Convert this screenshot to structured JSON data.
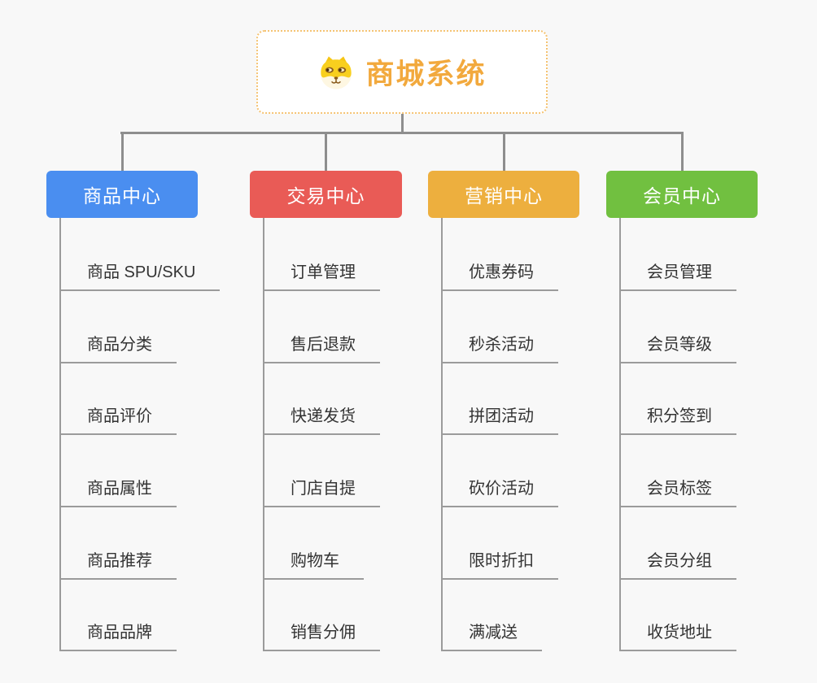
{
  "page": {
    "background": "#f8f8f8"
  },
  "lines": {
    "connector_color": "#8e8e8e",
    "leaf_line_color": "#9b9b9b"
  },
  "root": {
    "title": "商城系统",
    "icon": "dog-face-icon",
    "title_color": "#f2a93d",
    "border_color": "#f5c372",
    "background": "#ffffff"
  },
  "branches": [
    {
      "label": "商品中心",
      "color": "#4a8ef0",
      "items": [
        "商品 SPU/SKU",
        "商品分类",
        "商品评价",
        "商品属性",
        "商品推荐",
        "商品品牌"
      ]
    },
    {
      "label": "交易中心",
      "color": "#e95b56",
      "items": [
        "订单管理",
        "售后退款",
        "快递发货",
        "门店自提",
        "购物车",
        "销售分佣"
      ]
    },
    {
      "label": "营销中心",
      "color": "#edaf3e",
      "items": [
        "优惠券码",
        "秒杀活动",
        "拼团活动",
        "砍价活动",
        "限时折扣",
        "满减送"
      ]
    },
    {
      "label": "会员中心",
      "color": "#71c040",
      "items": [
        "会员管理",
        "会员等级",
        "积分签到",
        "会员标签",
        "会员分组",
        "收货地址"
      ]
    }
  ]
}
